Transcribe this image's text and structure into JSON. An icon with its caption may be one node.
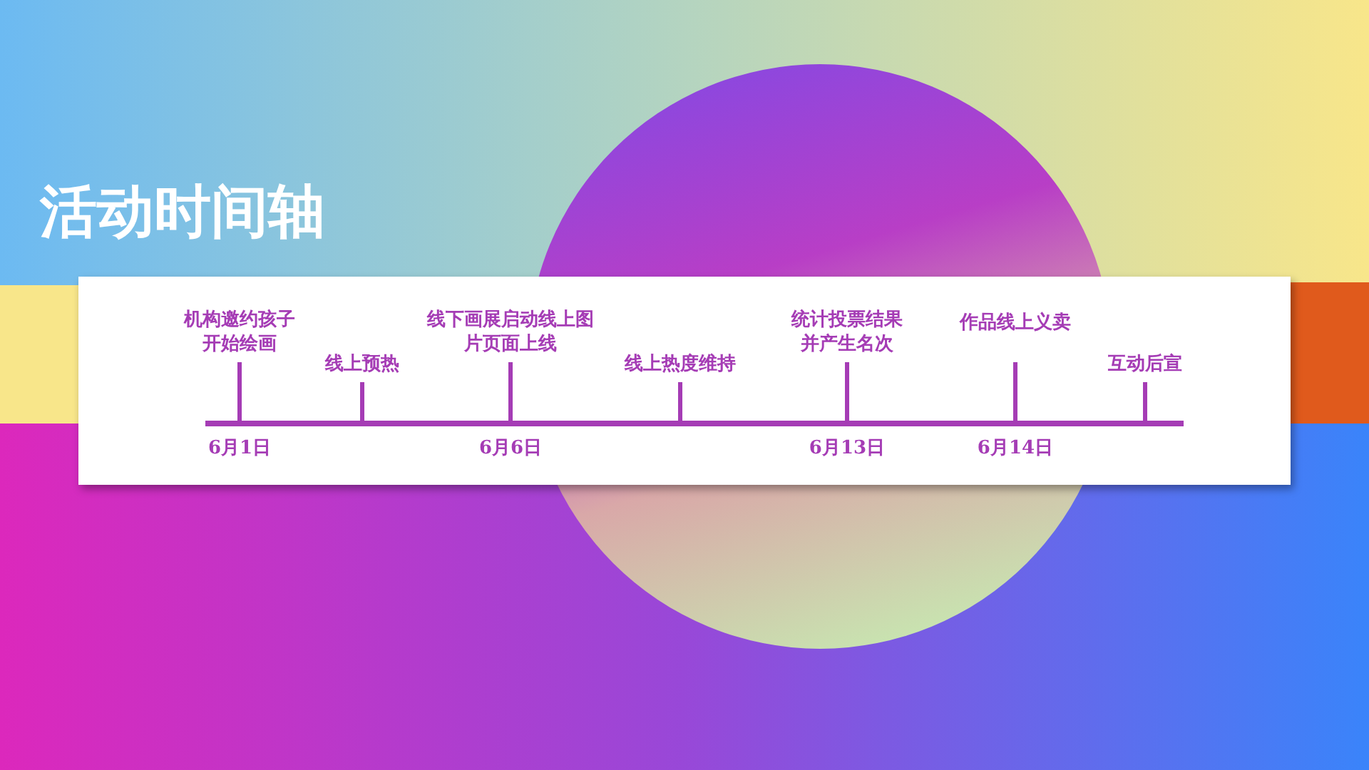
{
  "diagram": {
    "title": "活动时间轴",
    "labels": [
      "机构邀约孩子开始绘画",
      "6月1日",
      "线上预热",
      "线下画展启动线上图片页面上线",
      "6月6日",
      "线上热度维持",
      "统计投票结果并产生名次",
      "6月13日",
      "作品线上义卖",
      "6月14日",
      "互动后宣"
    ]
  }
}
